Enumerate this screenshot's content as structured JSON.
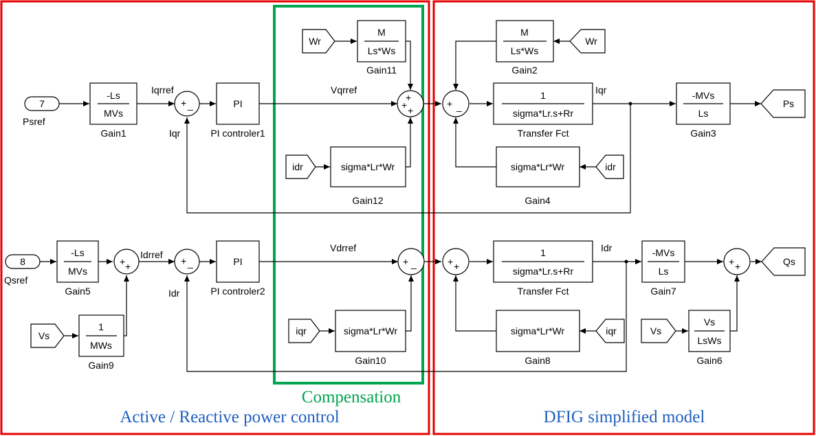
{
  "regions": {
    "active_title": "Active / Reactive power control",
    "model_title": "DFIG simplified model",
    "compensation_title": "Compensation",
    "colors": {
      "red": "#e60000",
      "green": "#00a550",
      "blue": "#1f5fbf"
    }
  },
  "inports": {
    "in7": {
      "num": "7",
      "label": "Psref"
    },
    "in8": {
      "num": "8",
      "label": "Qsref"
    }
  },
  "froms": {
    "wr_top": "Wr",
    "wr_right": "Wr",
    "idr_left": "idr",
    "idr_right": "idr",
    "vs_left": "Vs",
    "iqr_left": "iqr",
    "iqr_right": "iqr",
    "vs_right": "Vs"
  },
  "gotos": {
    "ps": "Ps",
    "qs": "Qs"
  },
  "gains": {
    "gain1": {
      "num": "-Ls",
      "den": "MVs",
      "label": "Gain1"
    },
    "gain11": {
      "num": "M",
      "den": "Ls*Ws",
      "label": "Gain11"
    },
    "gain2": {
      "num": "M",
      "den": "Ls*Ws",
      "label": "Gain2"
    },
    "gain3": {
      "num": "-MVs",
      "den": "Ls",
      "label": "Gain3"
    },
    "gain12": {
      "expr": "sigma*Lr*Wr",
      "label": "Gain12"
    },
    "gain4": {
      "expr": "sigma*Lr*Wr",
      "label": "Gain4"
    },
    "gain5": {
      "num": "-Ls",
      "den": "MVs",
      "label": "Gain5"
    },
    "gain9": {
      "num": "1",
      "den": "MWs",
      "label": "Gain9"
    },
    "gain10": {
      "expr": "sigma*Lr*Wr",
      "label": "Gain10"
    },
    "gain7": {
      "num": "-MVs",
      "den": "Ls",
      "label": "Gain7"
    },
    "gain8": {
      "expr": "sigma*Lr*Wr",
      "label": "Gain8"
    },
    "gain6": {
      "num": "Vs",
      "den": "LsWs",
      "label": "Gain6"
    }
  },
  "pi": {
    "pi1": {
      "text": "PI",
      "label": "PI controler1"
    },
    "pi2": {
      "text": "PI",
      "label": "PI controler2"
    }
  },
  "tf": {
    "tf1": {
      "num": "1",
      "den": "sigma*Lr.s+Rr",
      "label": "Transfer Fct"
    },
    "tf2": {
      "num": "1",
      "den": "sigma*Lr.s+Rr",
      "label": "Transfer Fct"
    }
  },
  "signals": {
    "iqrref": "Iqrref",
    "iqr_fb": "Iqr",
    "vqrref": "Vqrref",
    "iqr_out": "Iqr",
    "idrref": "Idrref",
    "idr_fb": "Idr",
    "vdrref": "Vdrref",
    "idr_out": "Idr"
  },
  "sums": {
    "s1": [
      "+",
      "_"
    ],
    "s2": [
      "+",
      "+",
      "+"
    ],
    "s3": [
      "+",
      "_"
    ],
    "s4": [
      "+",
      "+"
    ],
    "s5": [
      "+",
      "_"
    ],
    "s6": [
      "+",
      "_"
    ],
    "s7": [
      "+",
      "+"
    ],
    "s8": [
      "+",
      "+"
    ]
  }
}
